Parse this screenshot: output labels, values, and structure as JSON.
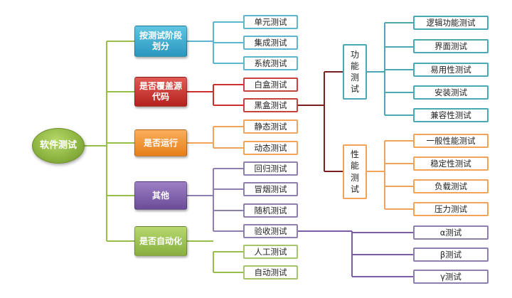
{
  "colors": {
    "root": "#8ab23f",
    "stage": "#3aa9cf",
    "coverage": "#c9322d",
    "run": "#f0922f",
    "other": "#7b5ea7",
    "automation": "#96be4b",
    "teal": "#4aa7b4",
    "dark": "#7a1f1f"
  },
  "root": {
    "label": "软件测试"
  },
  "categories": {
    "stage": "按测试阶段划分",
    "coverage": "是否覆盖源代码",
    "run": "是否运行",
    "other": "其他",
    "automation": "是否自动化"
  },
  "items": {
    "unit": "单元测试",
    "integration": "集成测试",
    "system": "系统测试",
    "whitebox": "白盒测试",
    "blackbox": "黑盒测试",
    "static": "静态测试",
    "dynamic": "动态测试",
    "regression": "回归测试",
    "smoke": "冒烟测试",
    "random": "随机测试",
    "acceptance": "验收测试",
    "manual": "人工测试",
    "auto": "自动测试"
  },
  "subgroups": {
    "functional": "功能测试",
    "performance": "性能测试"
  },
  "functional_items": [
    "逻辑功能测试",
    "界面测试",
    "易用性测试",
    "安装测试",
    "兼容性测试"
  ],
  "performance_items": [
    "一般性能测试",
    "稳定性测试",
    "负载测试",
    "压力测试"
  ],
  "acceptance_items": [
    "α测试",
    "β测试",
    "γ测试"
  ]
}
